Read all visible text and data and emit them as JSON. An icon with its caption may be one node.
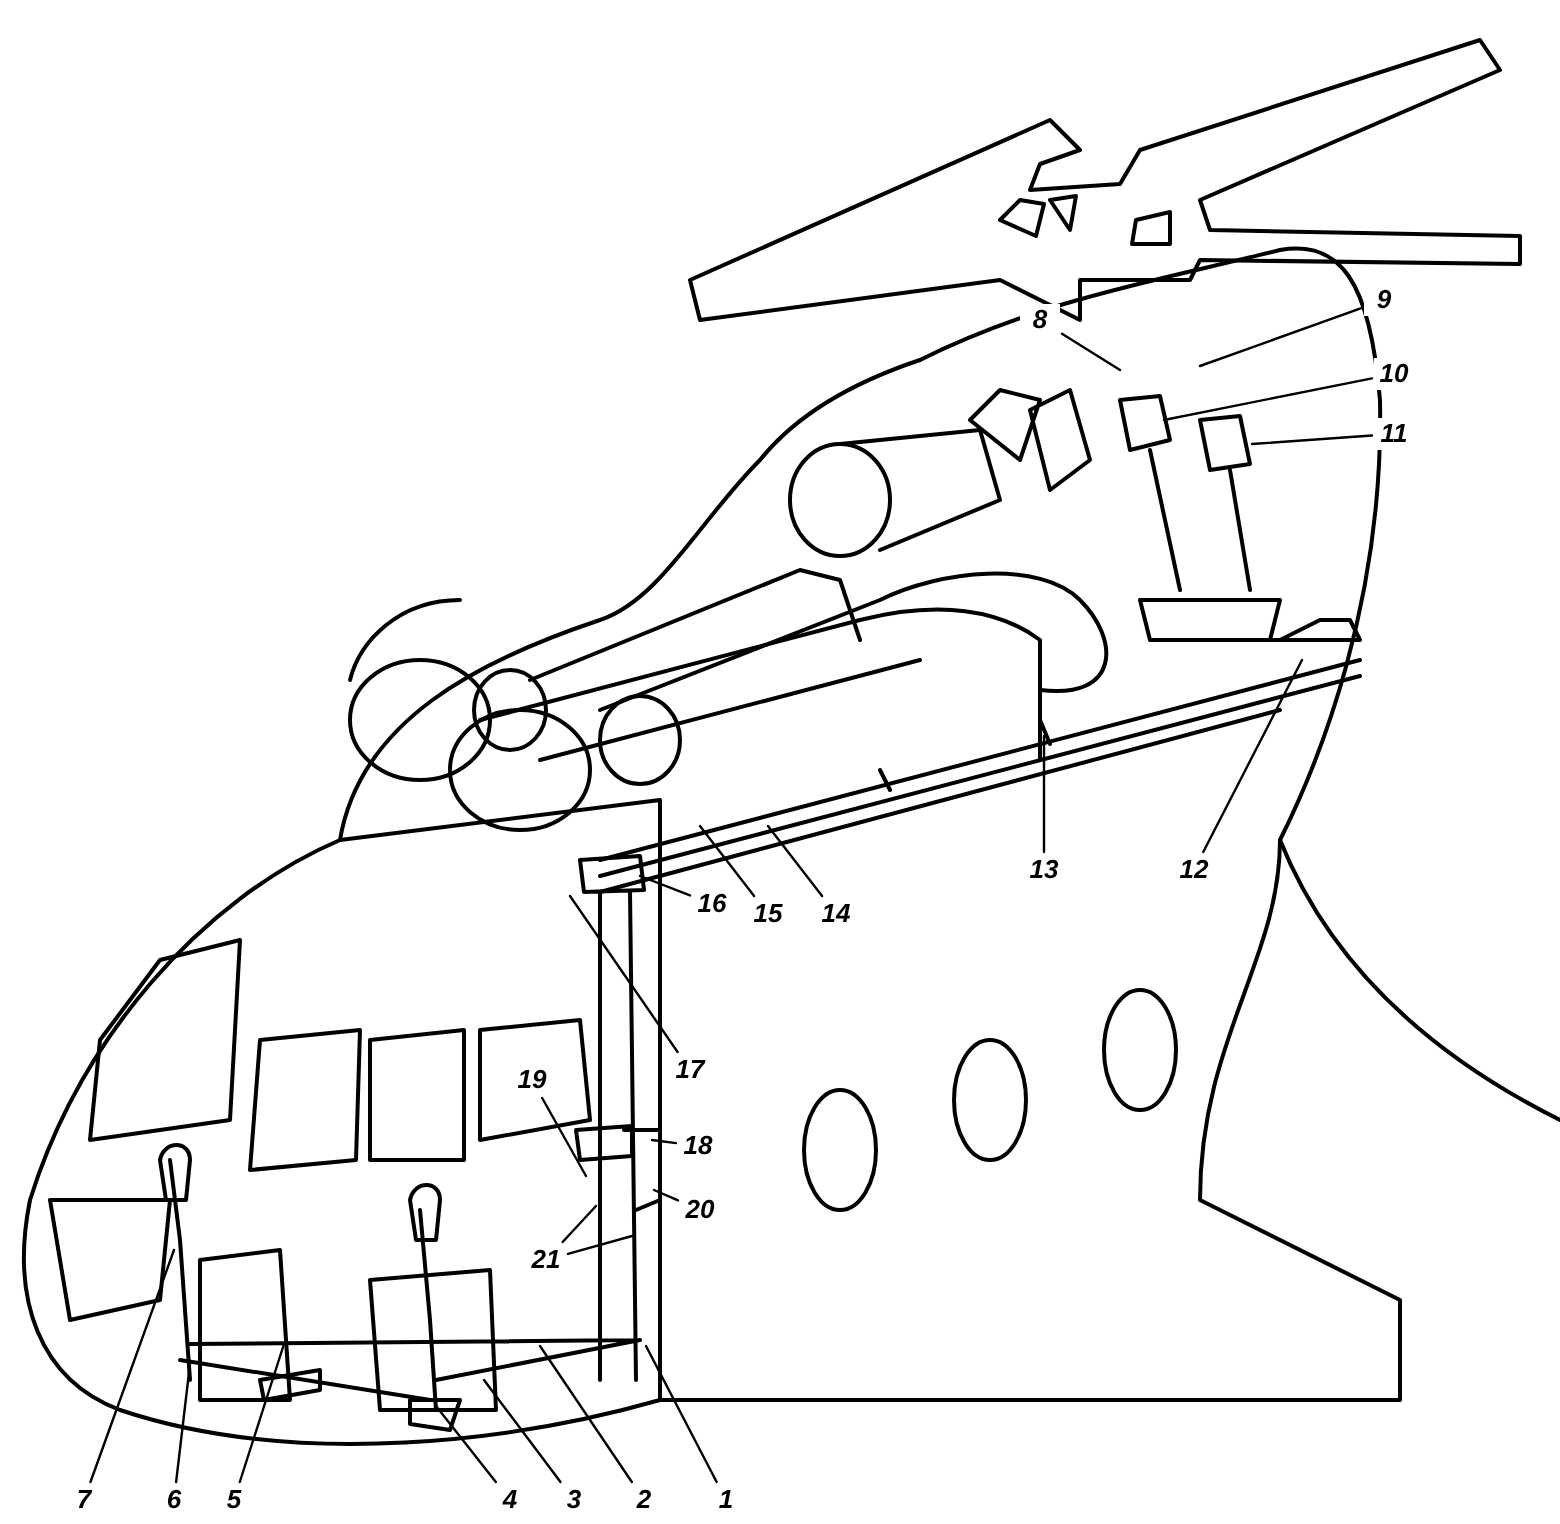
{
  "diagram": {
    "nodes": [
      {
        "text": [
          "1"
        ]
      },
      {
        "text": [
          "2"
        ]
      },
      {
        "text": [
          "3"
        ]
      },
      {
        "text": [
          "4"
        ]
      },
      {
        "text": [
          "5"
        ]
      },
      {
        "text": [
          "6"
        ]
      },
      {
        "text": [
          "7"
        ]
      },
      {
        "text": [
          "8"
        ]
      },
      {
        "text": [
          "9"
        ]
      },
      {
        "text": [
          "10"
        ]
      },
      {
        "text": [
          "11"
        ]
      },
      {
        "text": [
          "12"
        ]
      },
      {
        "text": [
          "13"
        ]
      },
      {
        "text": [
          "14"
        ]
      },
      {
        "text": [
          "15"
        ]
      },
      {
        "text": [
          "16"
        ]
      },
      {
        "text": [
          "17"
        ]
      },
      {
        "text": [
          "18"
        ]
      },
      {
        "text": [
          "19"
        ]
      },
      {
        "text": [
          "20"
        ]
      },
      {
        "text": [
          "21"
        ]
      }
    ],
    "edges": [
      {
        "from": 0,
        "to": null,
        "arrow": "none"
      },
      {
        "from": 1,
        "to": null,
        "arrow": "none"
      },
      {
        "from": 2,
        "to": null,
        "arrow": "none"
      },
      {
        "from": 3,
        "to": null,
        "arrow": "none"
      },
      {
        "from": 4,
        "to": null,
        "arrow": "none"
      },
      {
        "from": 5,
        "to": null,
        "arrow": "none"
      },
      {
        "from": 6,
        "to": null,
        "arrow": "none"
      },
      {
        "from": 7,
        "to": null,
        "arrow": "none"
      },
      {
        "from": 8,
        "to": null,
        "arrow": "none"
      },
      {
        "from": 9,
        "to": null,
        "arrow": "none"
      },
      {
        "from": 10,
        "to": null,
        "arrow": "none"
      },
      {
        "from": 11,
        "to": null,
        "arrow": "none"
      },
      {
        "from": 12,
        "to": null,
        "arrow": "none"
      },
      {
        "from": 13,
        "to": null,
        "arrow": "none"
      },
      {
        "from": 14,
        "to": null,
        "arrow": "none"
      },
      {
        "from": 15,
        "to": null,
        "arrow": "none"
      },
      {
        "from": 16,
        "to": null,
        "arrow": "none"
      },
      {
        "from": 17,
        "to": null,
        "arrow": "none"
      },
      {
        "from": 18,
        "to": null,
        "arrow": "none"
      },
      {
        "from": 19,
        "to": null,
        "arrow": "none"
      },
      {
        "from": 20,
        "to": null,
        "arrow": "none"
      },
      {
        "from": 20,
        "to": null,
        "arrow": "none"
      }
    ]
  }
}
